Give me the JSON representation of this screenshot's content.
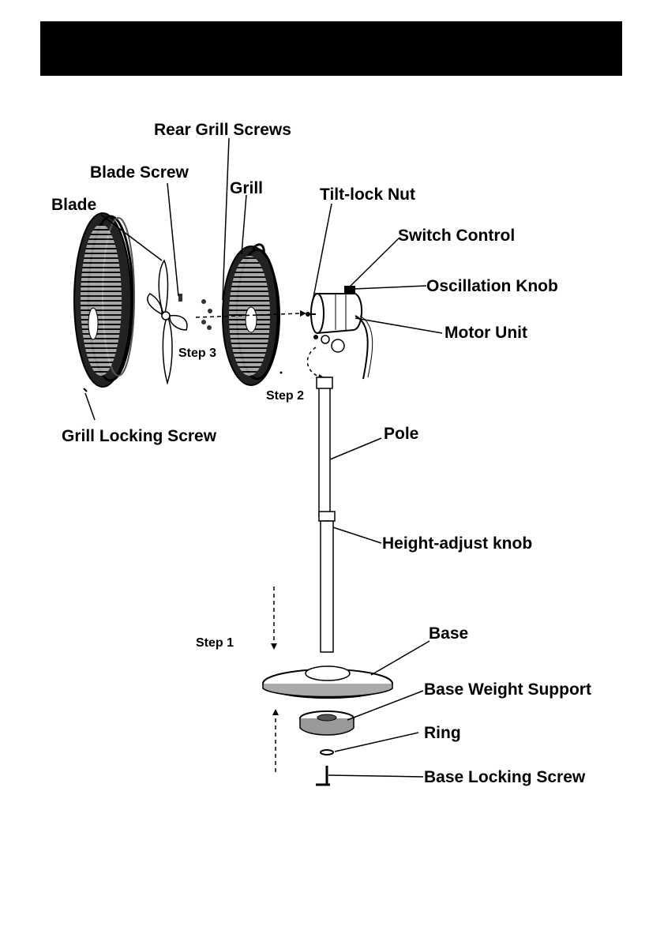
{
  "header": {
    "title": ""
  },
  "colors": {
    "header_bg": "#000000",
    "ink": "#000000",
    "background": "#ffffff"
  },
  "labels": {
    "rear_grill_screws": "Rear Grill Screws",
    "blade_screw": "Blade Screw",
    "grill": "Grill",
    "blade": "Blade",
    "tilt_lock_nut": "Tilt-lock Nut",
    "switch_control": "Switch Control",
    "oscillation_knob": "Oscillation Knob",
    "motor_unit": "Motor Unit",
    "grill_locking_screw": "Grill Locking Screw",
    "pole": "Pole",
    "height_adjust_knob": "Height-adjust knob",
    "base": "Base",
    "base_weight_support": "Base Weight Support",
    "ring": "Ring",
    "base_locking_screw": "Base Locking Screw"
  },
  "steps": {
    "step1": "Step 1",
    "step2": "Step 2",
    "step3": "Step 3"
  }
}
